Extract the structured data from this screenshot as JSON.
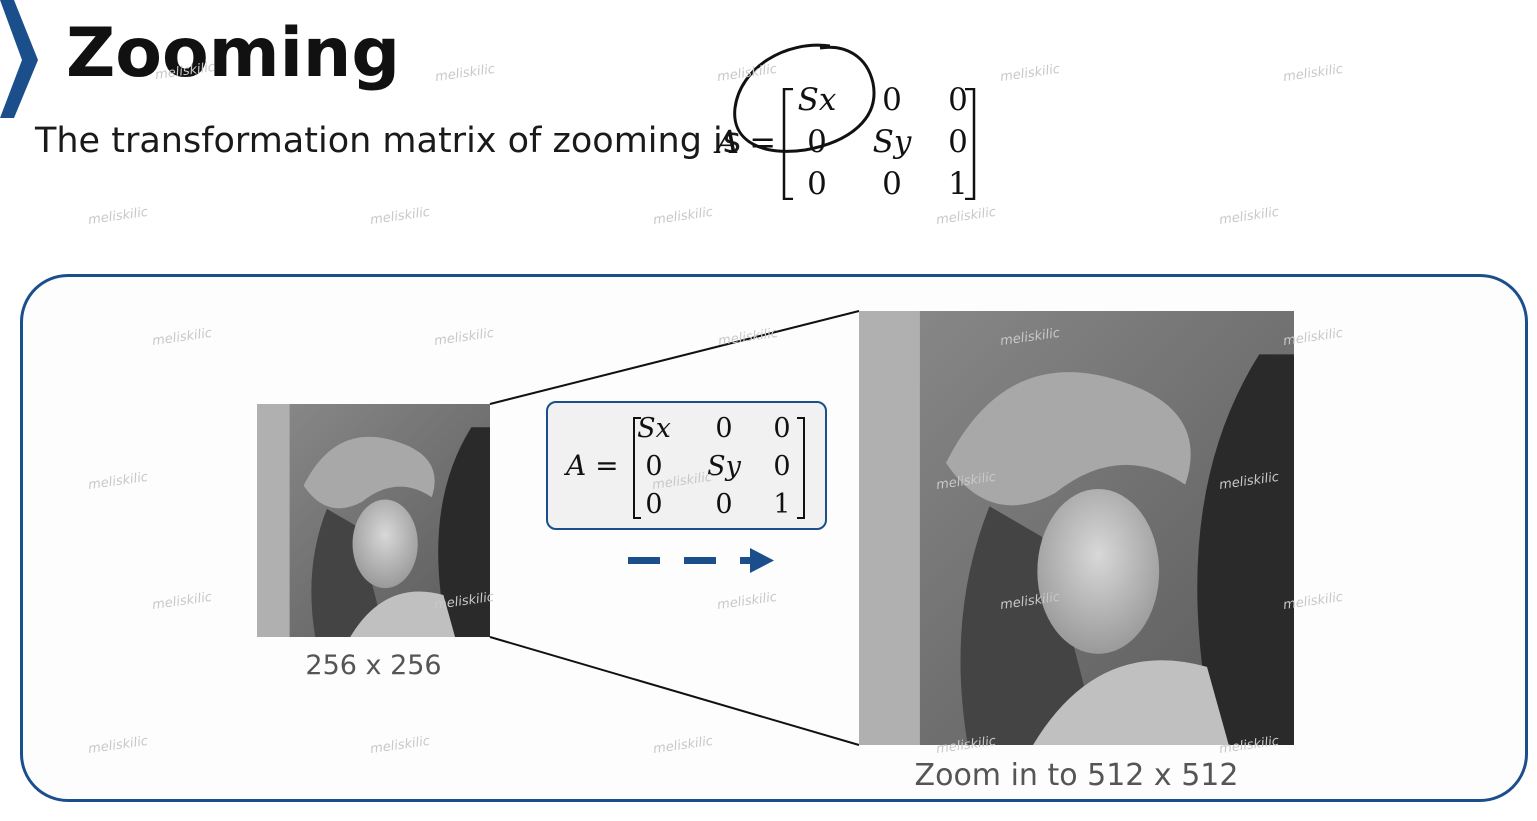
{
  "slide": {
    "title": "Zooming",
    "intro_text": "The transformation matrix of zooming is",
    "eq_lhs": "A =",
    "matrix": {
      "rows": [
        [
          "Sx",
          "0",
          "0"
        ],
        [
          "0",
          "Sy",
          "0"
        ],
        [
          "0",
          "0",
          "1"
        ]
      ]
    }
  },
  "panel": {
    "box_lhs": "A =",
    "source_caption": "256 x 256",
    "target_caption": "Zoom in to 512 x 512"
  },
  "watermark": "meliskilic",
  "colors": {
    "accent": "#1a4f8c",
    "text": "#111111",
    "caption": "#555555"
  }
}
